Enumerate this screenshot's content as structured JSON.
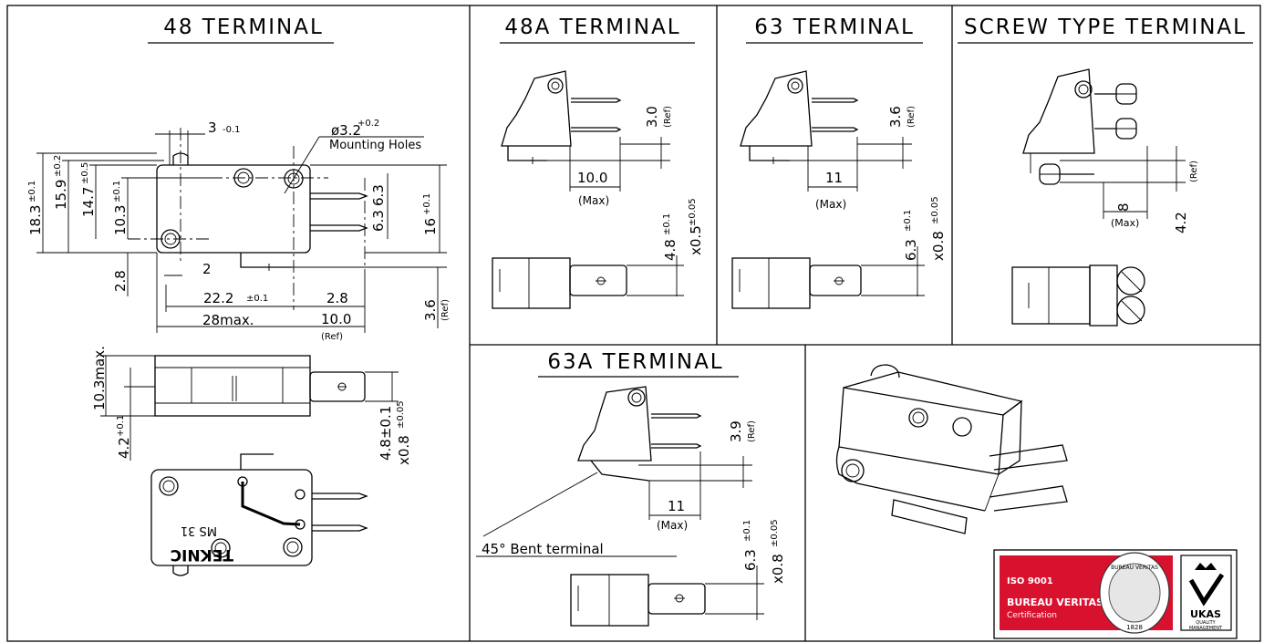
{
  "panels": {
    "t48": {
      "title": "48 TERMINAL",
      "dims": {
        "d3": "3",
        "d3_tol": "-0.1",
        "hole": "ø3.2",
        "hole_tol": "+0.2",
        "hole_label": "Mounting Holes",
        "h183": "18.3",
        "h183_tol": "±0.1",
        "h159": "15.9",
        "h159_tol": "±0.2",
        "h147": "14.7",
        "h147_tol": "±0.5",
        "h103": "10.3",
        "h103_tol": "±0.1",
        "h28": "2.8",
        "h2": "2",
        "w222": "22.2",
        "w222_tol": "±0.1",
        "w28": "2.8",
        "w28max": "28max.",
        "w100": "10.0",
        "w100_ref": "(Ref)",
        "h36": "3.6",
        "h36_ref": "(Ref)",
        "p63a": "6.3",
        "p63b": "6.3",
        "h16": "16",
        "h16_tol": "+0.1",
        "h103max": "10.3max.",
        "h42": "4.2",
        "h42_tol": "+0.1",
        "h48": "4.8±0.1",
        "h08": "x0.8",
        "h08_tol": "±0.05"
      },
      "marking": {
        "brand": "TEKNIC",
        "model": "MS 31"
      }
    },
    "t48a": {
      "title": "48A TERMINAL",
      "dims": {
        "h30": "3.0",
        "h30_ref": "(Ref)",
        "w100": "10.0",
        "w_max": "(Max)",
        "h48": "4.8",
        "h48_tol": "±0.1",
        "h05": "x0.5",
        "h05_tol": "±0.05"
      }
    },
    "t63": {
      "title": "63 TERMINAL",
      "dims": {
        "h36": "3.6",
        "h36_ref": "(Ref)",
        "w11": "11",
        "w_max": "(Max)",
        "h63": "6.3",
        "h63_tol": "±0.1",
        "h08": "x0.8",
        "h08_tol": "±0.05"
      }
    },
    "screw": {
      "title": "SCREW TYPE TERMINAL",
      "dims": {
        "ref": "(Ref)",
        "w8": "8",
        "w_max": "(Max)",
        "h42": "4.2"
      }
    },
    "t63a": {
      "title": "63A TERMINAL",
      "dims": {
        "h39": "3.9",
        "h39_ref": "(Ref)",
        "w11": "11",
        "w_max": "(Max)",
        "h63": "6.3",
        "h63_tol": "±0.1",
        "h08": "x0.8",
        "h08_tol": "±0.05"
      },
      "note": "45° Bent terminal"
    }
  },
  "certification": {
    "iso": "ISO 9001",
    "name": "BUREAU VERITAS",
    "sub": "Certification",
    "seal_text": "BUREAU VERITAS",
    "seal_year": "1828",
    "ukas": "UKAS",
    "ukas_sub1": "QUALITY",
    "ukas_sub2": "MANAGEMENT",
    "brand_red": "#d8112f"
  }
}
